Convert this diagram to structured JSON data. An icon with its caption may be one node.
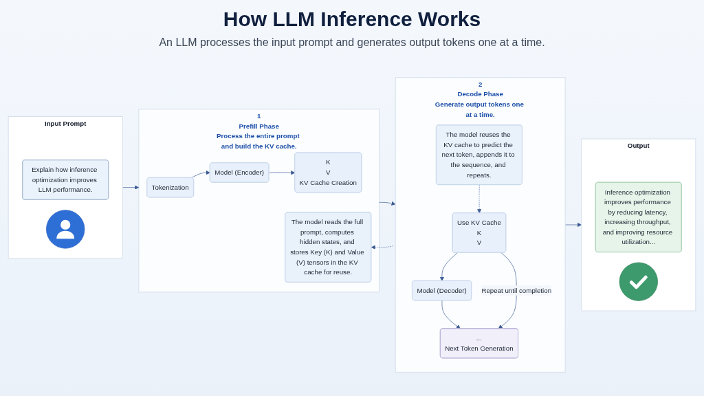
{
  "diagram": {
    "title": "How LLM Inference Works",
    "nodes": [
      {
        "text": [
          "Input Prompt"
        ]
      },
      {
        "text": [
          "Explain how inference optimization improves LLM performance."
        ],
        "in": 0
      },
      {
        "text": [],
        "shape": "person",
        "in": 0
      },
      {
        "text": [
          "1",
          "Prefill Phase",
          "Process the entire prompt and build the KV cache."
        ]
      },
      {
        "text": [
          "Tokenization"
        ],
        "in": 3
      },
      {
        "text": [
          "Model (Encoder)"
        ],
        "in": 3
      },
      {
        "text": [
          "K",
          "V",
          "KV Cache Creation"
        ],
        "in": 3
      },
      {
        "text": [
          "The model reads the full prompt, computes hidden states, and stores Key (K) and Value (V) tensors in the KV cache for reuse."
        ],
        "in": 3
      },
      {
        "text": [
          "2",
          "Decode Phase",
          "Generate output tokens one at a time."
        ]
      },
      {
        "text": [
          "Use KV Cache",
          "K",
          "V"
        ],
        "in": 8
      },
      {
        "text": [
          "Model (Decoder)"
        ],
        "in": 8
      },
      {
        "text": [
          "...",
          "Next Token Generation"
        ],
        "in": 8
      },
      {
        "text": [
          "The model reuses the KV cache to predict the next token, appends it to the sequence, and repeats."
        ],
        "in": 8
      },
      {
        "text": [
          "Output"
        ]
      },
      {
        "text": [
          "Inference optimization improves performance by reducing latency, increasing throughput, and improving resource utilization..."
        ],
        "in": 13
      },
      {
        "text": [],
        "shape": "circle",
        "in": 13
      }
    ],
    "edges": [
      {
        "from": 0,
        "to": 3,
        "arrow": "to"
      },
      {
        "from": 4,
        "to": 5,
        "arrow": "to"
      },
      {
        "from": 5,
        "to": 6,
        "arrow": "to"
      },
      {
        "from": 3,
        "to": 8,
        "arrow": "to"
      },
      {
        "from": 9,
        "to": 10,
        "arrow": "to"
      },
      {
        "from": 10,
        "to": 11,
        "arrow": "to"
      },
      {
        "from": 9,
        "to": 11,
        "arrow": "to",
        "label": "Repeat until completion"
      },
      {
        "from": 12,
        "to": 9,
        "arrow": "to",
        "style": "dashed"
      },
      {
        "from": 8,
        "to": 7,
        "arrow": "to",
        "style": "dashed"
      },
      {
        "from": 8,
        "to": 13,
        "arrow": "to"
      }
    ],
    "labels": [
      "An LLM processes the input prompt and generates output tokens one at a time."
    ]
  }
}
